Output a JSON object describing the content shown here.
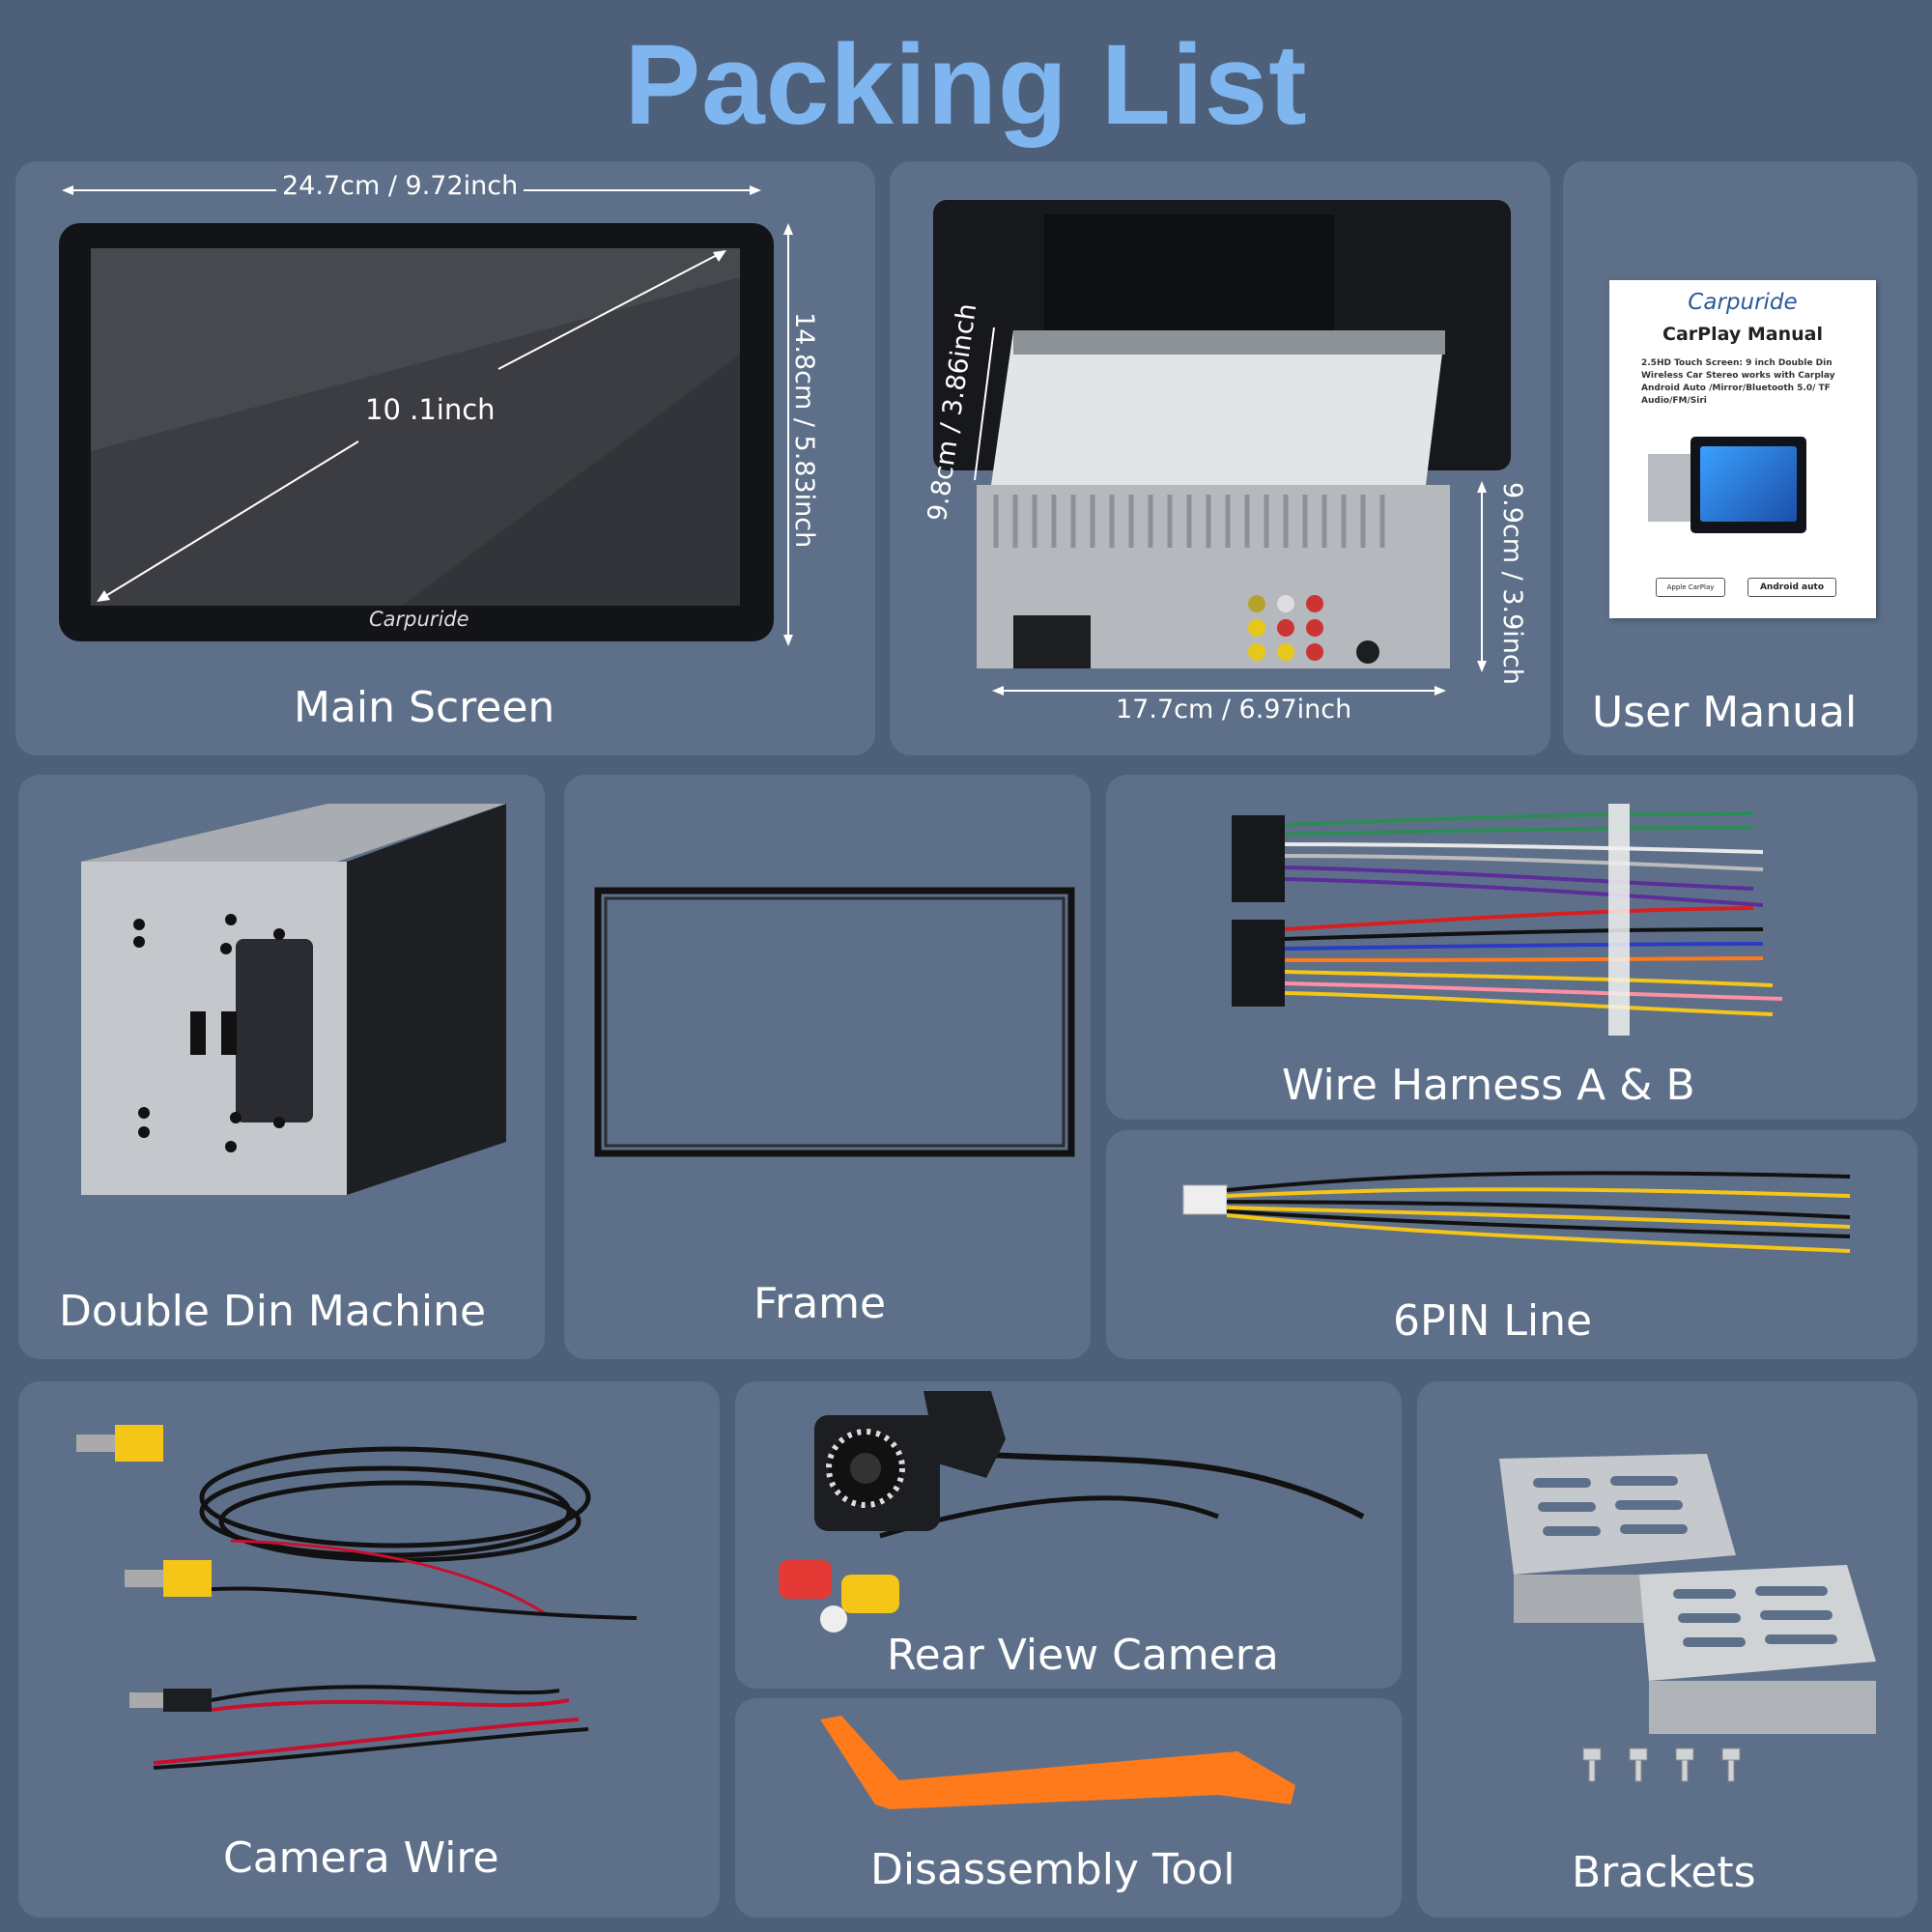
{
  "title": "Packing List",
  "items": {
    "main_screen": {
      "label": "Main Screen",
      "width": "24.7cm / 9.72inch",
      "height": "14.8cm / 5.83inch",
      "diagonal": "10 .1inch",
      "brand": "Carpuride"
    },
    "back_unit": {
      "depth": "9.8cm / 3.86inch",
      "height": "9.9cm / 3.9inch",
      "width": "17.7cm / 6.97inch"
    },
    "user_manual": {
      "label": "User Manual",
      "brand": "Carpuride",
      "title": "CarPlay Manual",
      "desc": "2.5HD Touch Screen: 9 inch Double Din Wireless Car Stereo works with Carplay Android Auto /Mirror/Bluetooth 5.0/ TF Audio/FM/Siri",
      "badge_carplay": "Apple CarPlay",
      "badge_android": "Android auto"
    },
    "double_din": {
      "label": "Double Din Machine"
    },
    "frame": {
      "label": "Frame"
    },
    "wire_harness": {
      "label": "Wire Harness A & B"
    },
    "six_pin": {
      "label": "6PIN Line"
    },
    "camera_wire": {
      "label": "Camera Wire"
    },
    "rear_camera": {
      "label": "Rear View Camera"
    },
    "tool": {
      "label": "Disassembly Tool"
    },
    "brackets": {
      "label": "Brackets"
    }
  }
}
